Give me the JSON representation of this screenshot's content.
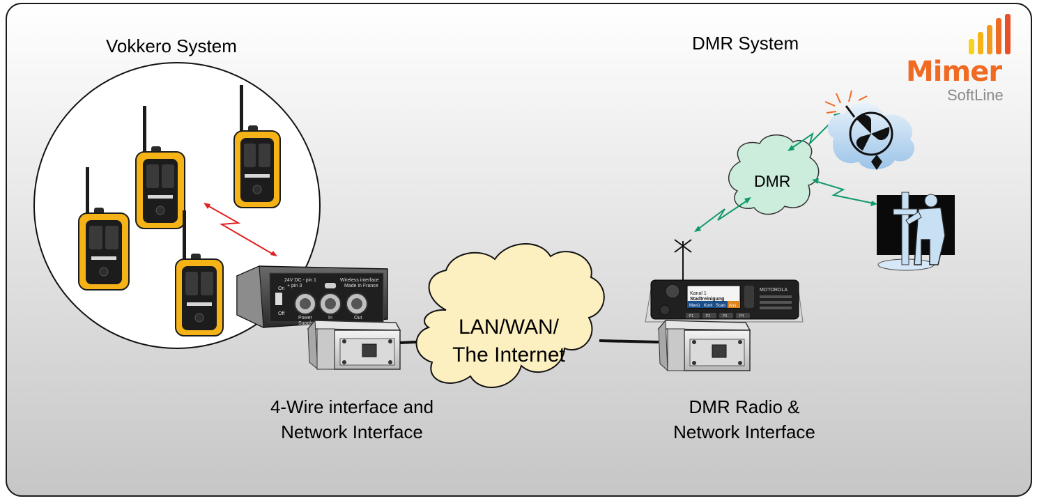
{
  "labels": {
    "vokkero_system": "Vokkero System",
    "dmr_system": "DMR System",
    "cloud_line1": "LAN/WAN/",
    "cloud_line2": "The Internet",
    "dmr_cloud": "DMR",
    "left_caption_line1": "4-Wire interface and",
    "left_caption_line2": "Network Interface",
    "right_caption_line1": "DMR Radio &",
    "right_caption_line2": "Network Interface"
  },
  "logo": {
    "name": "Mimer",
    "sub": "SoftLine",
    "brand_color": "#ef6a22"
  },
  "device_text": {
    "box_top": "24V DC - pin 1",
    "box_top2": "+ pin 3",
    "box_wireless": "Wireless interface",
    "box_made": "Made in France",
    "box_power": "Power",
    "box_supply": "Supply",
    "box_in": "In",
    "box_out": "Out",
    "box_on": "On",
    "box_off": "Off",
    "radio_brand": "MOTOROLA",
    "radio_line1": "Kanal 1",
    "radio_line2": "Stadtreinigung",
    "radio_softkeys": [
      "Menü",
      "Kont",
      "Scan",
      "Aus"
    ],
    "radio_keys": [
      "P1",
      "P2",
      "P3",
      "P4"
    ]
  },
  "colors": {
    "frame_top": "#ffffff",
    "frame_bottom": "#c8c8c8",
    "cloud_fill": "#fcefc0",
    "dmr_cloud_fill": "#ccecdc",
    "link_green": "#0e9a6a",
    "link_red": "#e02020",
    "walkie_yellow": "#f5b318"
  }
}
